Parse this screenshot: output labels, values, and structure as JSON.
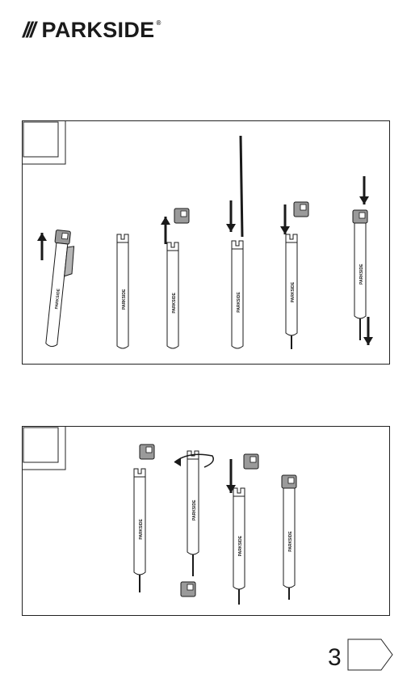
{
  "brand": {
    "slashes": "///",
    "name": "PARKSIDE",
    "registered": "®"
  },
  "figures": [
    {
      "id": "figure-1",
      "label": "",
      "tool_count": 6
    },
    {
      "id": "figure-2",
      "label": "",
      "tool_count": 4
    }
  ],
  "tool_logo_text": "PARKSIDE",
  "page_number": "3",
  "colors": {
    "ink": "#1a1a1a",
    "tool_fill": "#ffffff",
    "cap_fill": "#9a9a9a",
    "clip_fill": "#b5b5b5"
  }
}
